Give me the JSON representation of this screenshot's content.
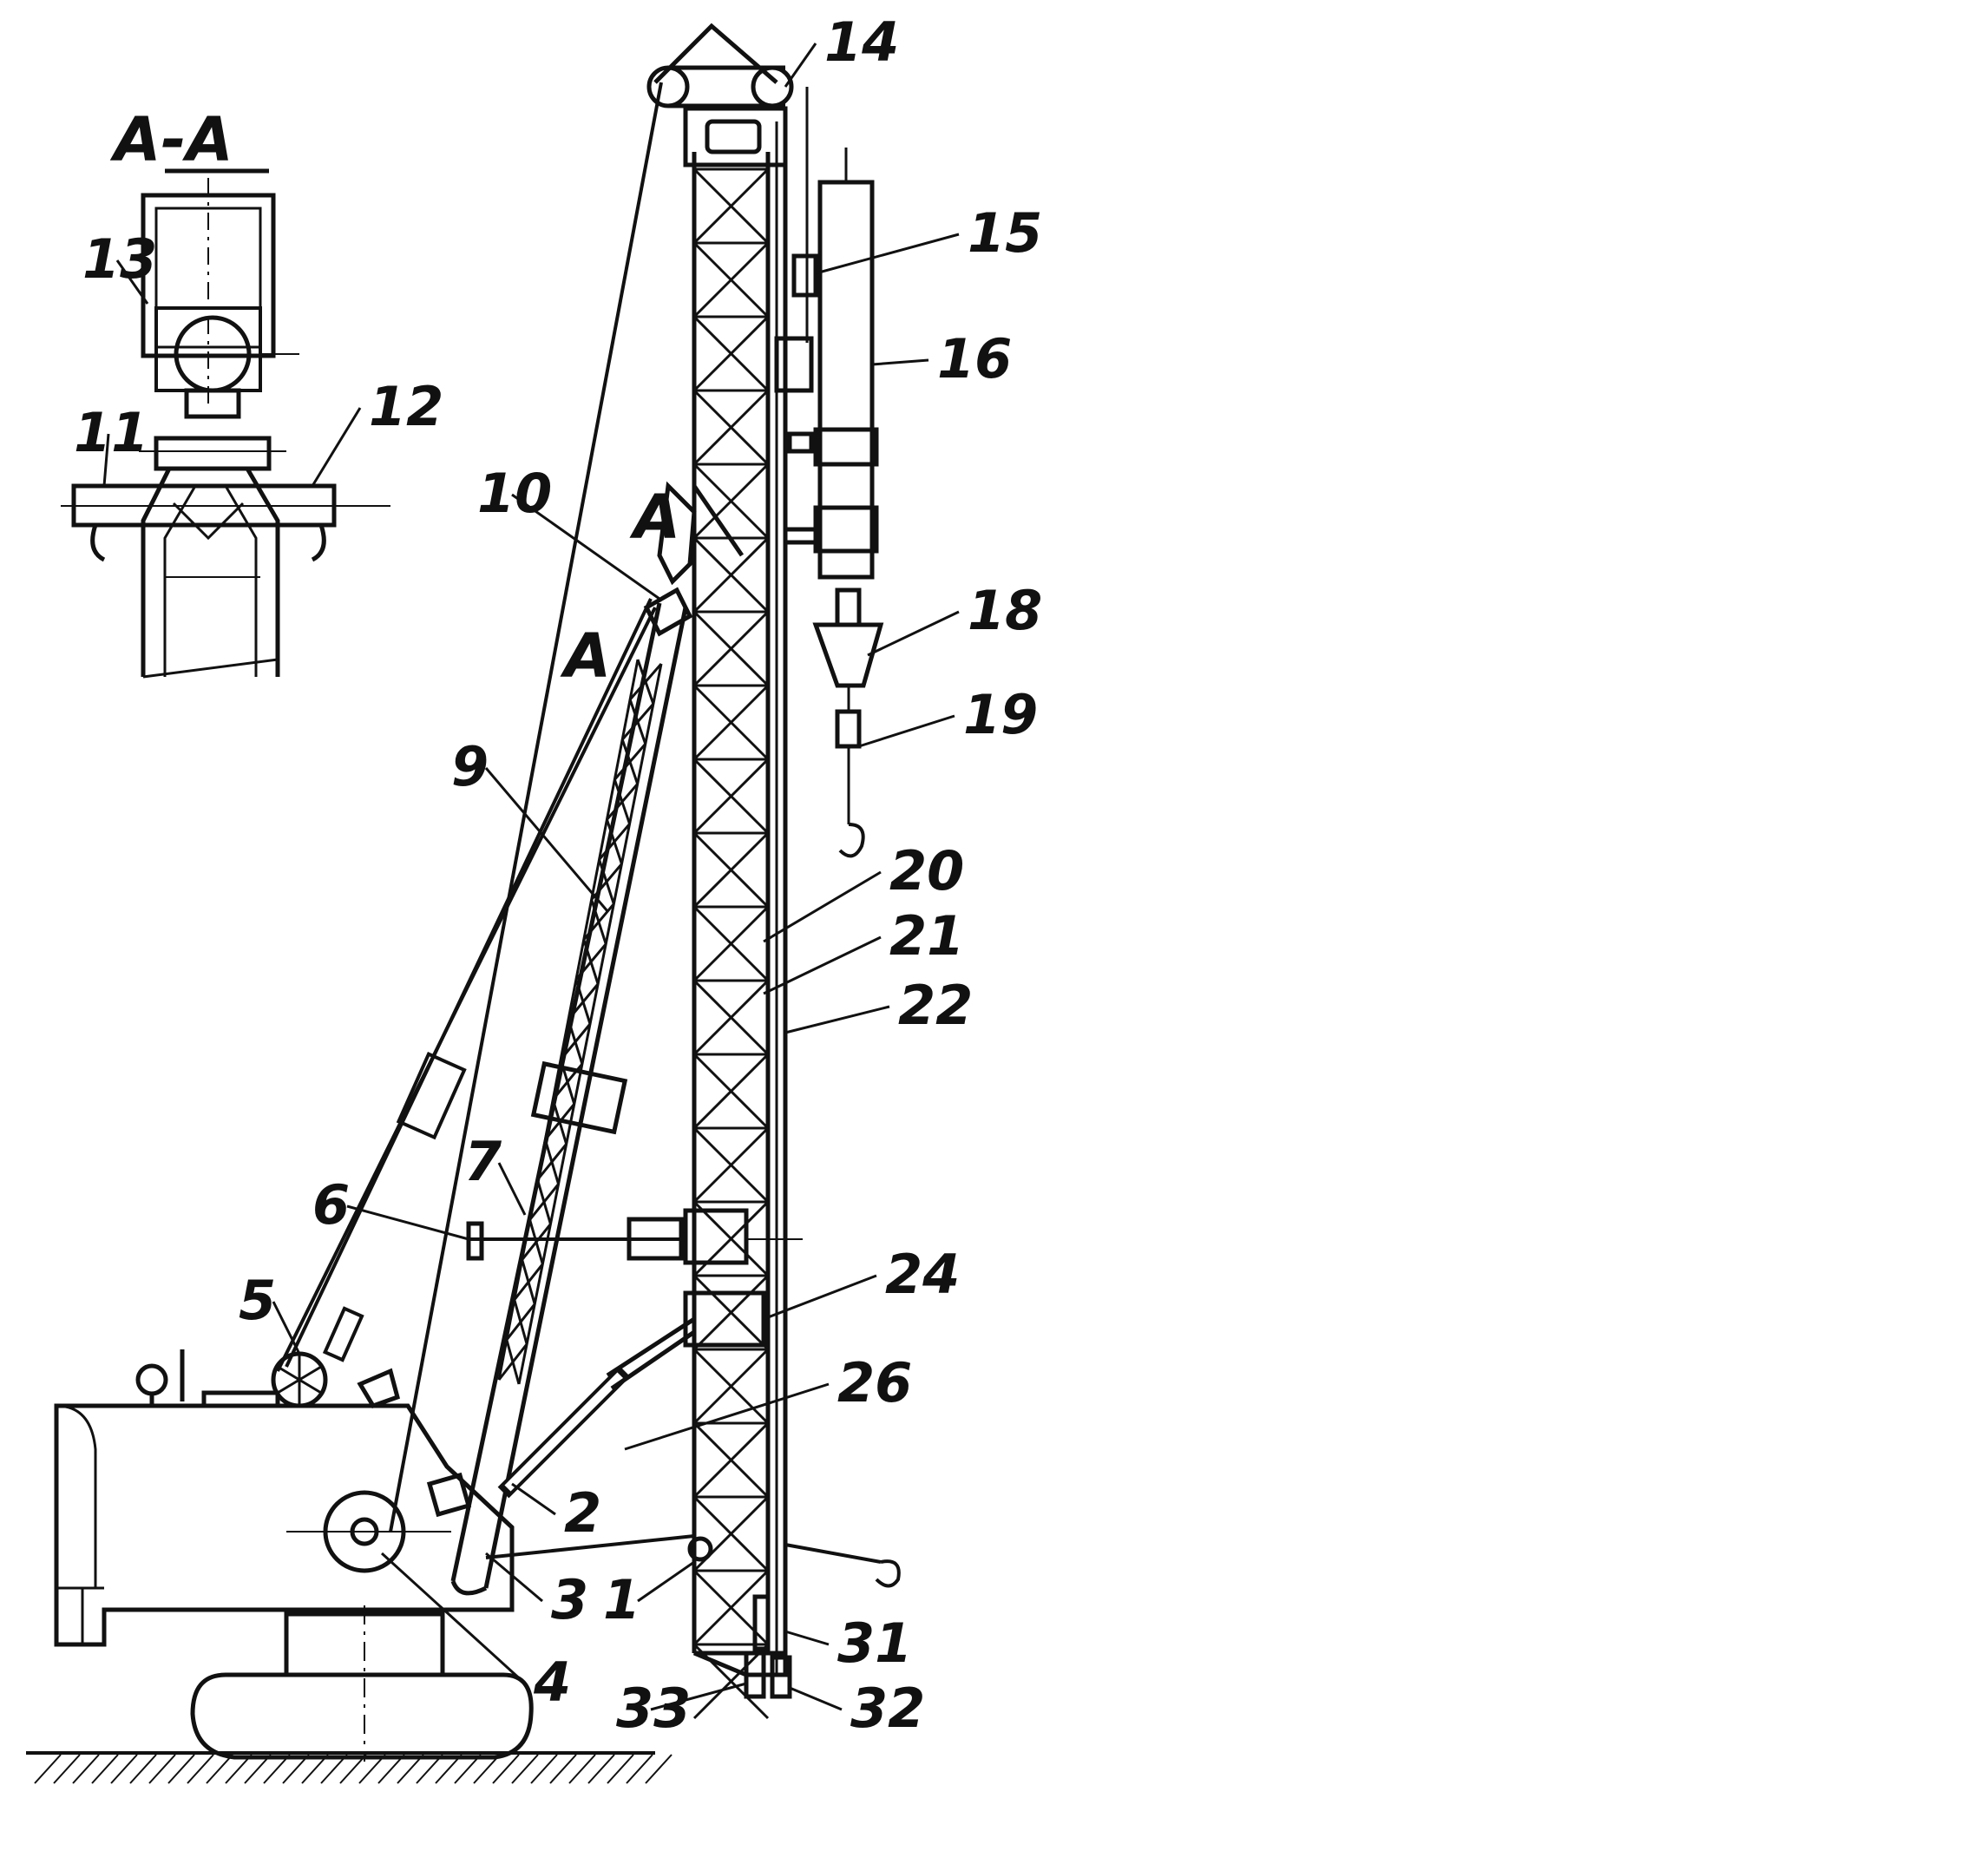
{
  "section": {
    "title": "А-А"
  },
  "section_markers": [
    "А",
    "А"
  ],
  "callouts": [
    "1",
    "2",
    "3",
    "4",
    "5",
    "6",
    "7",
    "9",
    "10",
    "11",
    "12",
    "13",
    "14",
    "15",
    "16",
    "18",
    "19",
    "20",
    "21",
    "22",
    "24",
    "26",
    "31",
    "32",
    "33"
  ],
  "colors": {
    "ink": "#111111",
    "background": "#ffffff"
  }
}
